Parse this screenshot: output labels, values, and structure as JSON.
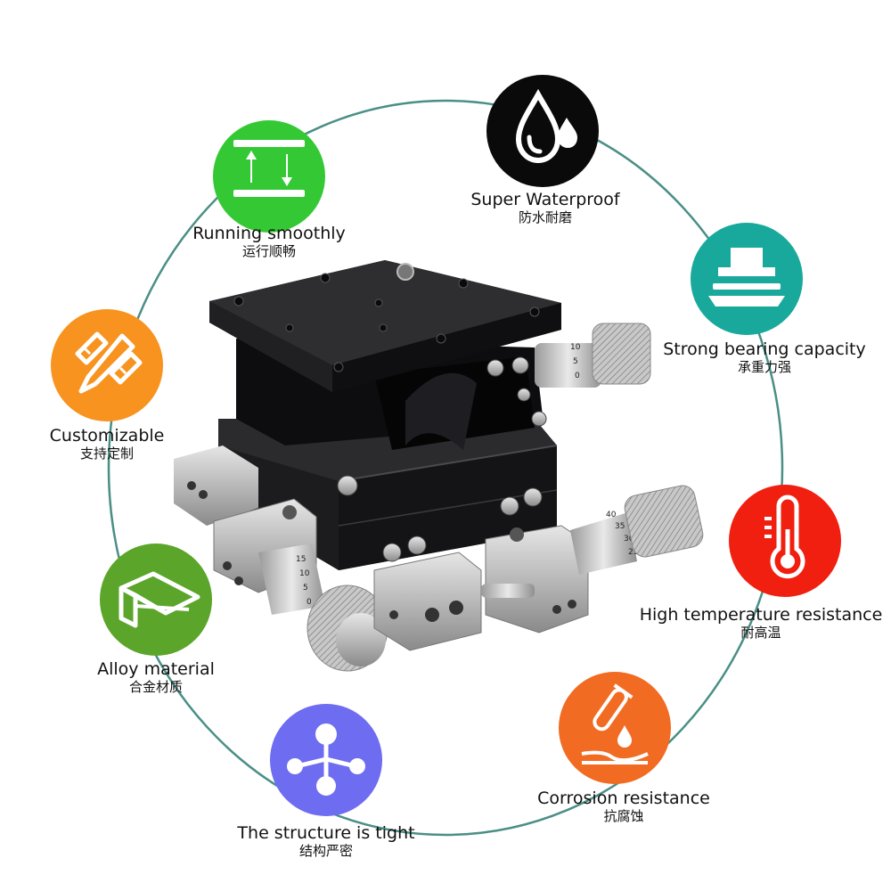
{
  "colors": {
    "ring": "#4a8f86",
    "smooth": "#34c934",
    "waterproof": "#0a0a0a",
    "bearing": "#18a99c",
    "customizable": "#f7931e",
    "temperature": "#f01f0f",
    "alloy": "#5ba52a",
    "corrosion": "#f26b22",
    "structure": "#6e6cf0"
  },
  "features": [
    {
      "id": "running-smoothly",
      "en": "Running smoothly",
      "zh": "运行顺畅",
      "icon": "up-down-arrows-icon"
    },
    {
      "id": "super-waterproof",
      "en": "Super Waterproof",
      "zh": "防水耐磨",
      "icon": "water-drops-icon"
    },
    {
      "id": "strong-bearing",
      "en": "Strong bearing capacity",
      "zh": "承重力强",
      "icon": "load-platform-icon"
    },
    {
      "id": "customizable",
      "en": "Customizable",
      "zh": "支持定制",
      "icon": "pencil-ruler-icon"
    },
    {
      "id": "high-temperature",
      "en": "High temperature resistance",
      "zh": "耐高温",
      "icon": "thermometer-icon"
    },
    {
      "id": "alloy-material",
      "en": "Alloy material",
      "zh": "合金材质",
      "icon": "angle-profile-icon"
    },
    {
      "id": "corrosion-resistance",
      "en": "Corrosion resistance",
      "zh": "抗腐蚀",
      "icon": "test-tube-drop-icon"
    },
    {
      "id": "structure-tight",
      "en": "The structure is tight",
      "zh": "结构严密",
      "icon": "molecule-icon"
    }
  ],
  "product": {
    "micrometer_top_ticks": [
      "10",
      "5",
      "0"
    ],
    "micrometer_right_ticks": [
      "40",
      "35",
      "30",
      "25"
    ],
    "micrometer_left_ticks": [
      "15",
      "10",
      "5",
      "0"
    ]
  }
}
